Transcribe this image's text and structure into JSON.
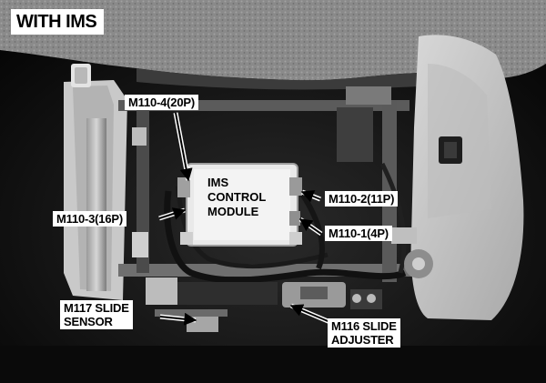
{
  "title": "WITH IMS",
  "module": {
    "line1": "IMS",
    "line2": "CONTROL",
    "line3": "MODULE"
  },
  "callouts": {
    "m110_4": "M110-4(20P)",
    "m110_3": "M110-3(16P)",
    "m110_2": "M110-2(11P)",
    "m110_1": "M110-1(4P)",
    "m117_line1": "M117 SLIDE",
    "m117_line2": "SENSOR",
    "m116_line1": "M116 SLIDE",
    "m116_line2": "ADJUSTER"
  }
}
